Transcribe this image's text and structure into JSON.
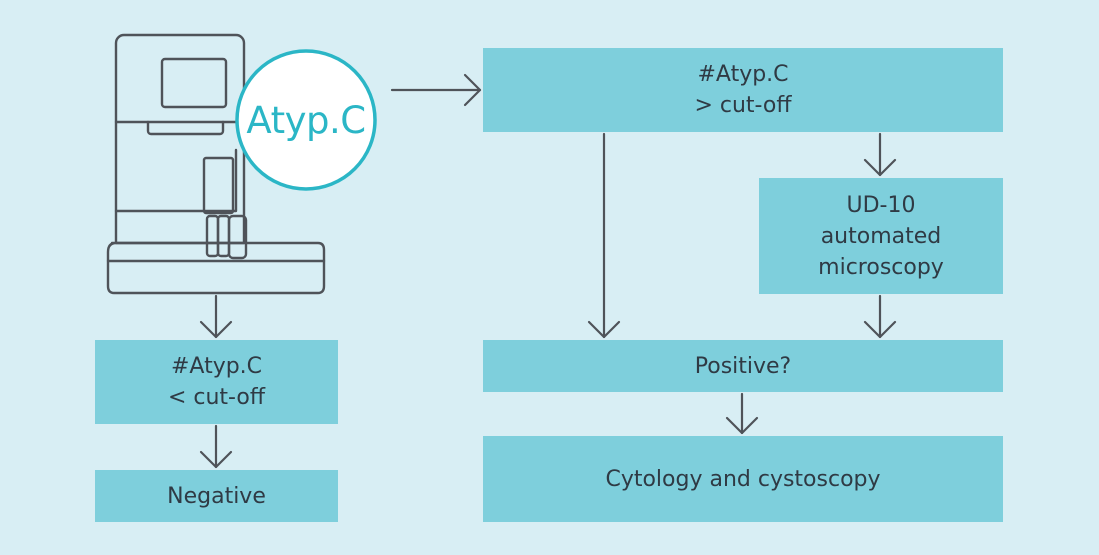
{
  "colors": {
    "background": "#d8eef4",
    "box_fill": "#7ecfdc",
    "stroke": "#4f5359",
    "accent": "#2bb6c6"
  },
  "device": {
    "badge_label": "Atyp.C"
  },
  "boxes": {
    "left_top": "#Atyp.C\n< cut-off",
    "left_bottom": "Negative",
    "right_top": "#Atyp.C\n> cut-off",
    "ud10": "UD-10\nautomated\nmicroscopy",
    "positive": "Positive?",
    "final": "Cytology and cystoscopy"
  },
  "icons": {
    "device": "urine-analyzer-icon",
    "arrow": "arrow-icon"
  }
}
